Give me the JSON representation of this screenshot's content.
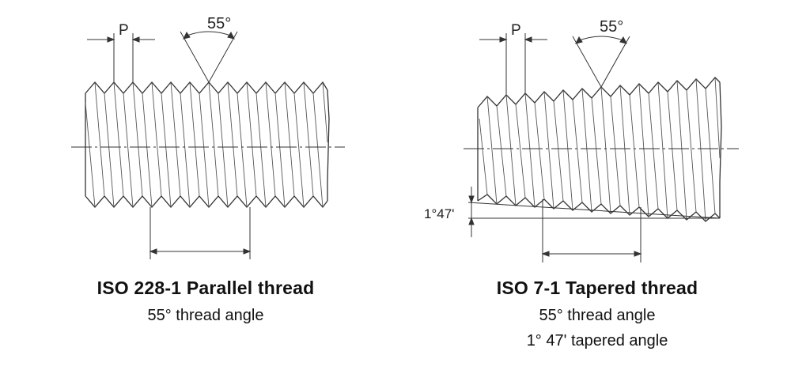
{
  "left": {
    "pitch_label": "P",
    "angle_label": "55°",
    "title": "ISO 228-1 Parallel thread",
    "subtitle": "55° thread angle"
  },
  "right": {
    "pitch_label": "P",
    "angle_label": "55°",
    "taper_label": "1°47'",
    "title": "ISO 7-1 Tapered thread",
    "subtitle": "55° thread angle",
    "subtitle2": "1° 47' tapered angle"
  }
}
